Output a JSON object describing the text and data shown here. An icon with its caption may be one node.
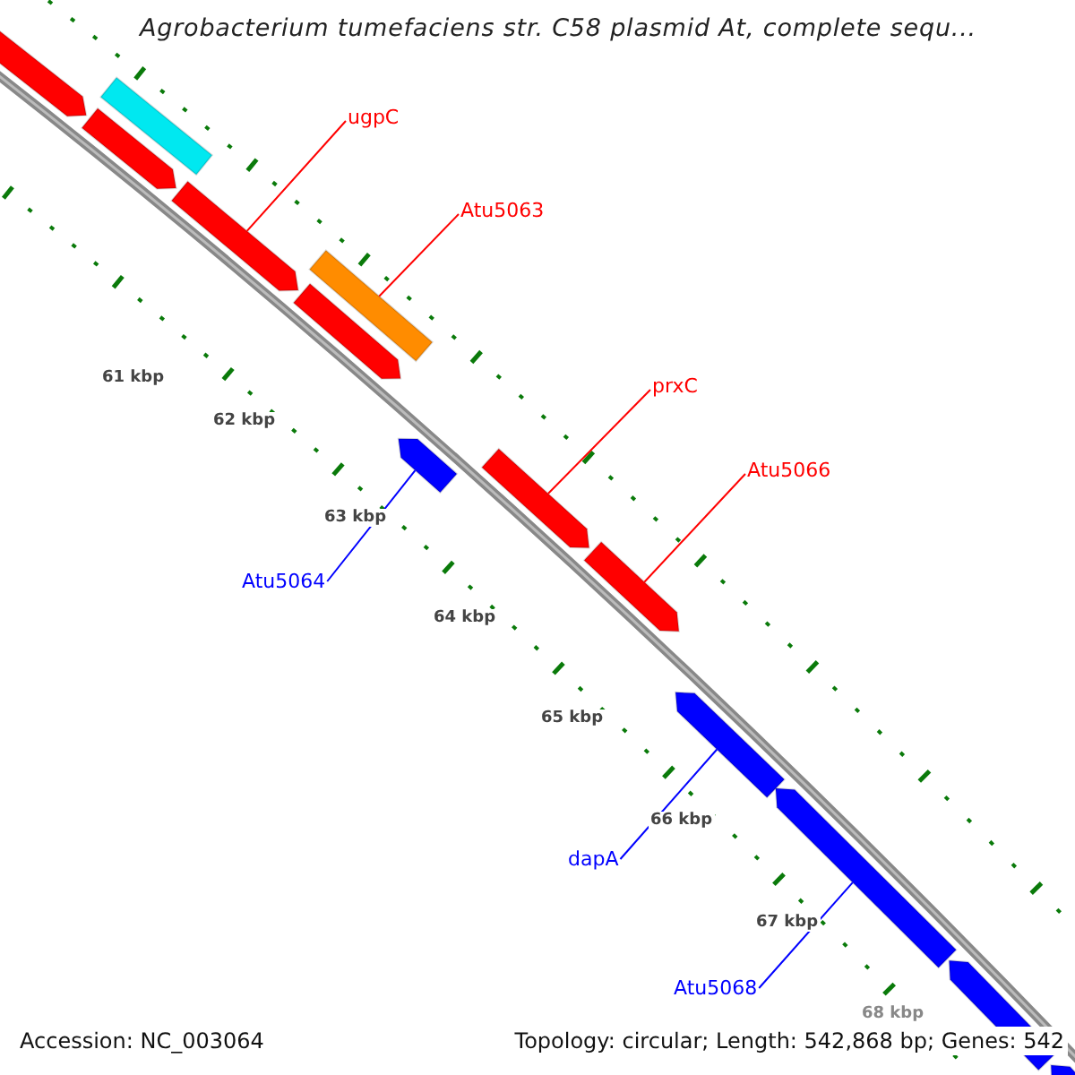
{
  "diagram": {
    "title": "Agrobacterium tumefaciens str. C58 plasmid At, complete sequ...",
    "nodes": [
      {
        "text": [],
        "shape": "arrow"
      },
      {
        "text": [],
        "shape": "bar"
      },
      {
        "text": [],
        "shape": "arrow"
      },
      {
        "text": [],
        "shape": "arrow"
      },
      {
        "text": [],
        "shape": "bar"
      },
      {
        "text": [],
        "shape": "arrow"
      },
      {
        "text": [],
        "shape": "arrow"
      },
      {
        "text": [],
        "shape": "arrow"
      },
      {
        "text": [],
        "shape": "arrow"
      },
      {
        "text": [],
        "shape": "arrow"
      },
      {
        "text": [],
        "shape": "arrow"
      },
      {
        "text": [],
        "shape": "arrow"
      },
      {
        "text": [],
        "shape": "arrow"
      },
      {
        "text": [
          "ugpC"
        ]
      },
      {
        "text": [
          "Atu5063"
        ]
      },
      {
        "text": [
          "prxC"
        ]
      },
      {
        "text": [
          "Atu5066"
        ]
      },
      {
        "text": [
          "Atu5064"
        ]
      },
      {
        "text": [
          "dapA"
        ]
      },
      {
        "text": [
          "Atu5068"
        ]
      }
    ],
    "edges": [
      {
        "from": 13,
        "to": 3,
        "arrow": "none",
        "color": "#ff0000"
      },
      {
        "from": 14,
        "to": 4,
        "arrow": "none",
        "color": "#ff0000"
      },
      {
        "from": 15,
        "to": 7,
        "arrow": "none",
        "color": "#ff0000"
      },
      {
        "from": 16,
        "to": 8,
        "arrow": "none",
        "color": "#ff0000"
      },
      {
        "from": 17,
        "to": 6,
        "arrow": "none",
        "color": "#0000ff"
      },
      {
        "from": 18,
        "to": 9,
        "arrow": "none",
        "color": "#0000ff"
      },
      {
        "from": 19,
        "to": 10,
        "arrow": "none",
        "color": "#0000ff"
      }
    ],
    "labels": [
      "61 kbp",
      "62 kbp",
      "63 kbp",
      "64 kbp",
      "65 kbp",
      "66 kbp",
      "67 kbp",
      "68 kbp",
      "Accession: NC_003064",
      "Topology: circular; Length: 542,868 bp; Genes: 542"
    ]
  }
}
